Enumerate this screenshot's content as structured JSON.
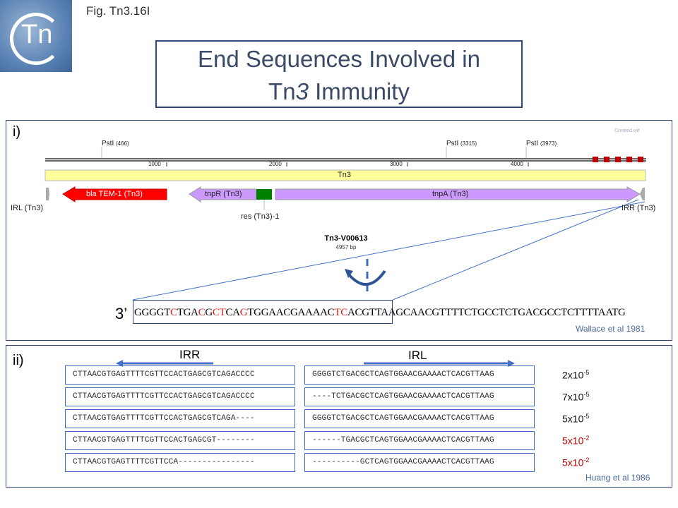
{
  "logo": {
    "text": "Tn"
  },
  "fig_label": "Fig. Tn3.16I",
  "title": {
    "line1": "End Sequences Involved in",
    "line2_a": "Tn",
    "line2_b": "3",
    "line2_c": " Immunity"
  },
  "panel_i": {
    "label": "i)",
    "watermark": "Created wit",
    "sites": [
      {
        "name": "PstI",
        "pos": "(466)"
      },
      {
        "name": "PstI",
        "pos": "(3315)"
      },
      {
        "name": "PstI",
        "pos": "(3973)"
      }
    ],
    "ticks": [
      "1000",
      "2000",
      "3000",
      "4000"
    ],
    "element": "Tn3",
    "features": {
      "bla": "bla TEM-1 (Tn3)",
      "tnpR": "tnpR (Tn3)",
      "tnpA": "tnpA (Tn3)",
      "res": "res (Tn3)-1",
      "irl": "IRL (Tn3)",
      "irr": "IRR (Tn3)"
    },
    "map_name": "Tn3-V00613",
    "map_size": "4957 bp",
    "prime": "3’",
    "sequence_boxed": [
      {
        "t": "GGGGT",
        "red": false
      },
      {
        "t": "C",
        "red": true
      },
      {
        "t": "TGA",
        "red": false
      },
      {
        "t": "C",
        "red": true
      },
      {
        "t": "G",
        "red": false
      },
      {
        "t": "CT",
        "red": true
      },
      {
        "t": "CA",
        "red": false
      },
      {
        "t": "G",
        "red": true
      },
      {
        "t": "TGGAACGAAAAC",
        "red": false
      },
      {
        "t": "TC",
        "red": true
      },
      {
        "t": "ACGTTAAG",
        "red": false
      }
    ],
    "sequence_tail": "CAACGTTTTCTGCCTCTGACGCCTCTTTTAATG",
    "citation": "Wallace et al 1981"
  },
  "panel_ii": {
    "label": "ii)",
    "irr_label": "IRR",
    "irl_label": "IRL",
    "rows": [
      {
        "irr": "CTTAACGTGAGTTTTCGTTCCACTGAGCGTCAGACCCC",
        "irl": "GGGGTCTGACGCTCAGTGGAACGAAAACTCACGTTAAG",
        "freq_base": "2x10",
        "freq_exp": "-5",
        "high": false
      },
      {
        "irr": "CTTAACGTGAGTTTTCGTTCCACTGAGCGTCAGACCCC",
        "irl": "----TCTGACGCTCAGTGGAACGAAAACTCACGTTAAG",
        "freq_base": "7x10",
        "freq_exp": "-5",
        "high": false
      },
      {
        "irr": "CTTAACGTGAGTTTTCGTTCCACTGAGCGTCAGA----",
        "irl": "GGGGTCTGACGCTCAGTGGAACGAAAACTCACGTTAAG",
        "freq_base": "5x10",
        "freq_exp": "-5",
        "high": false
      },
      {
        "irr": "CTTAACGTGAGTTTTCGTTCCACTGAGCGT--------",
        "irl": "------TGACGCTCAGTGGAACGAAAACTCACGTTAAG",
        "freq_base": "5x10",
        "freq_exp": "-2",
        "high": true
      },
      {
        "irr": "CTTAACGTGAGTTTTCGTTCCA----------------",
        "irl": "----------GCTCAGTGGAACGAAAACTCACGTTAAG",
        "freq_base": "5x10",
        "freq_exp": "-2",
        "high": true
      }
    ],
    "citation": "Huang et al 1986"
  },
  "colors": {
    "red": "#e02020",
    "accent": "#3d6bb8",
    "tnp": "#cc99ff",
    "bla": "#ff0000",
    "res": "#008000",
    "tn3bar": "#ffff99"
  }
}
